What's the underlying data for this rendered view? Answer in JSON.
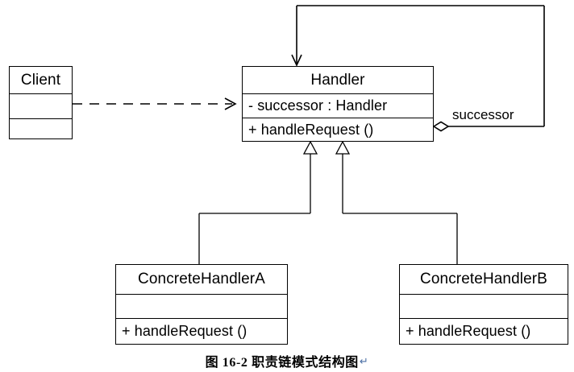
{
  "diagram": {
    "title": "Chain of Responsibility pattern structure diagram",
    "caption": "图 16-2  职责链模式结构图",
    "caption_mark": "↵",
    "background_color": "#ffffff",
    "line_color": "#000000",
    "classes": [
      {
        "id": "client",
        "name": "Client",
        "attributes": "",
        "operations": ""
      },
      {
        "id": "handler",
        "name": "Handler",
        "attributes": "- successor : Handler",
        "operations": "+ handleRequest ()"
      },
      {
        "id": "concrete_a",
        "name": "ConcreteHandlerA",
        "attributes": "",
        "operations": "+ handleRequest ()"
      },
      {
        "id": "concrete_b",
        "name": "ConcreteHandlerB",
        "attributes": "",
        "operations": "+ handleRequest ()"
      }
    ],
    "relationships": [
      {
        "id": "client_to_handler",
        "type": "dependency",
        "style": "dashed-open-arrow",
        "from": "Client",
        "to": "Handler",
        "label": ""
      },
      {
        "id": "handler_successor",
        "type": "aggregation",
        "style": "hollow-diamond-open-arrow",
        "from": "Handler",
        "to": "Handler",
        "label": "successor"
      },
      {
        "id": "concrete_a_inherits",
        "type": "generalization",
        "style": "hollow-triangle",
        "from": "ConcreteHandlerA",
        "to": "Handler",
        "label": ""
      },
      {
        "id": "concrete_b_inherits",
        "type": "generalization",
        "style": "hollow-triangle",
        "from": "ConcreteHandlerB",
        "to": "Handler",
        "label": ""
      }
    ]
  }
}
